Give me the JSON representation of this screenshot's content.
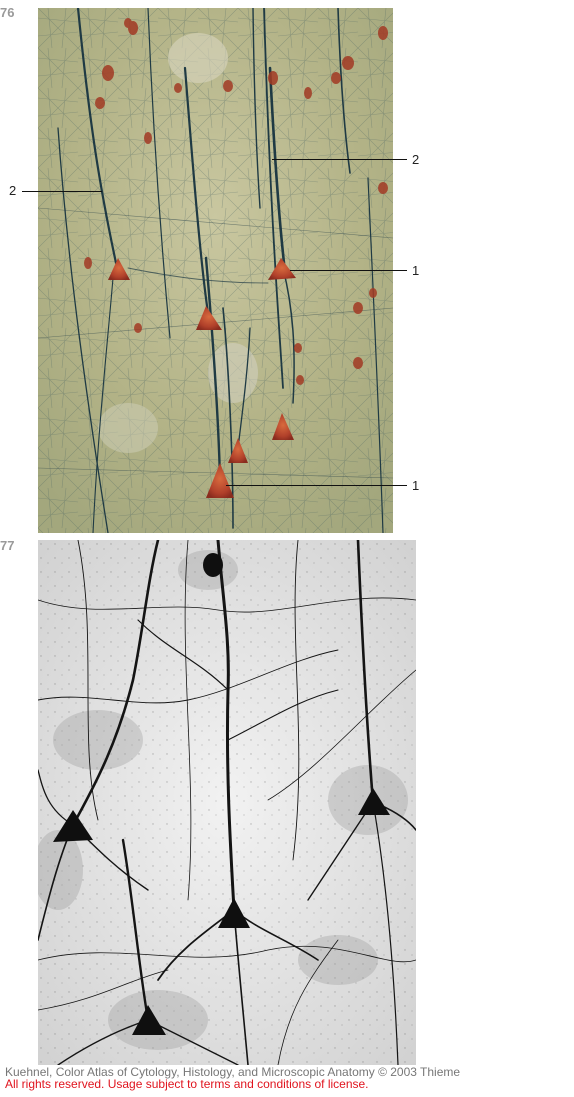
{
  "figures": {
    "top_number": "76",
    "bottom_number": "77"
  },
  "labels": {
    "left_2": "2",
    "right_2": "2",
    "right_1_upper": "1",
    "right_1_lower": "1"
  },
  "footer": {
    "credit": "Kuehnel, Color Atlas of Cytology, Histology, and Microscopic Anatomy © 2003 Thieme",
    "rights": "All rights reserved. Usage subject to terms and conditions of license."
  },
  "colors": {
    "stain_background": "#b9b88a",
    "neuron_body": "#b5452a",
    "fiber": "#2e4a52",
    "silver_background": "#e8e8e8",
    "silver_cell": "#151515"
  }
}
